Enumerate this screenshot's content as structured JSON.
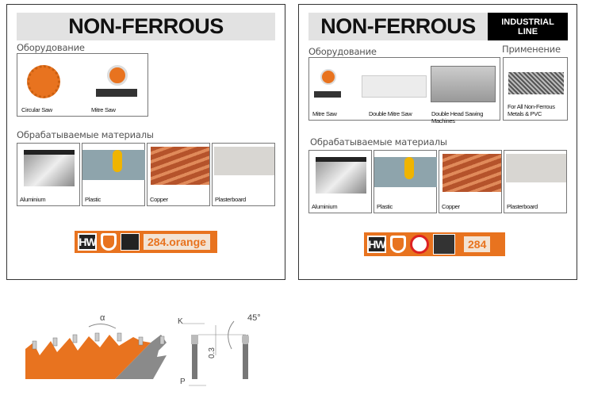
{
  "left_card": {
    "title": "NON-FERROUS",
    "equipment_heading": "Оборудование",
    "equipment": [
      {
        "label": "Circular Saw"
      },
      {
        "label": "Mitre Saw"
      }
    ],
    "materials_heading": "Обрабатываемые материалы",
    "materials": [
      {
        "label": "Aluminium"
      },
      {
        "label": "Plastic"
      },
      {
        "label": "Copper"
      },
      {
        "label": "Plasterboard"
      }
    ],
    "badge": {
      "hw": "HW",
      "code": "284.orange"
    }
  },
  "right_card": {
    "title": "NON-FERROUS",
    "line_label_1": "INDUSTRIAL",
    "line_label_2": "LINE",
    "equipment_heading": "Оборудование",
    "application_heading": "Применение",
    "equipment": [
      {
        "label": "Mitre Saw"
      },
      {
        "label": "Double Mitre Saw"
      },
      {
        "label": "Double Head Sawing Machines"
      }
    ],
    "application_line1": "For All Non-Ferrous",
    "application_line2": "Metals & PVC",
    "materials_heading": "Обрабатываемые материалы",
    "materials": [
      {
        "label": "Aluminium"
      },
      {
        "label": "Plastic"
      },
      {
        "label": "Copper"
      },
      {
        "label": "Plasterboard"
      }
    ],
    "badge": {
      "hw": "HW",
      "code": "284"
    }
  },
  "diagram": {
    "alpha": "α",
    "k": "K",
    "p": "P",
    "dim": "0.3",
    "angle": "45°"
  },
  "colors": {
    "accent": "#e8731f",
    "title_bg": "#e2e2e2"
  }
}
